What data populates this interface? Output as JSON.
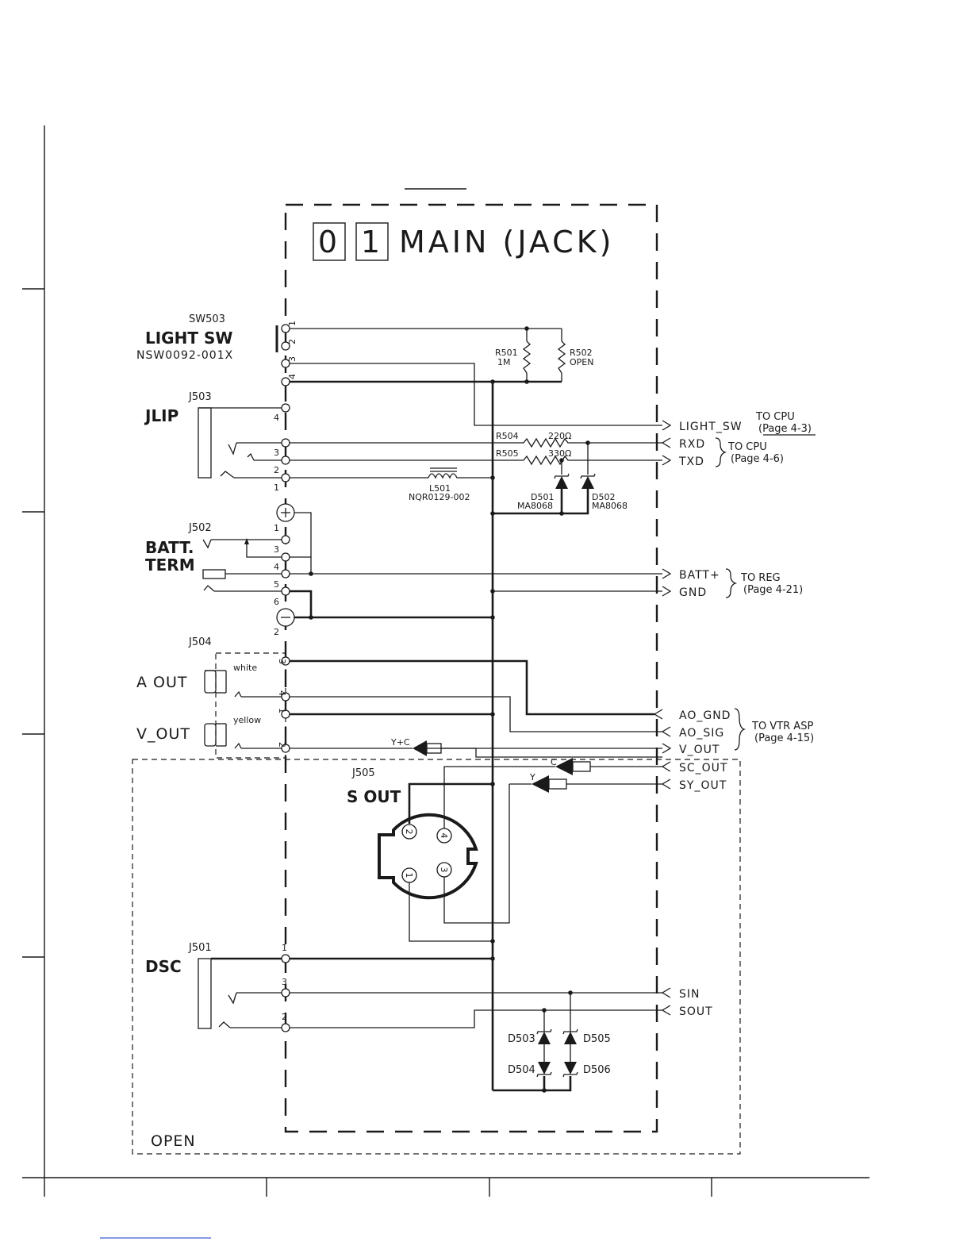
{
  "block": {
    "digit_a": "0",
    "digit_b": "1",
    "title": "MAIN (JACK)"
  },
  "sw503": {
    "ref": "SW503",
    "name": "LIGHT SW",
    "part": "NSW0092-001X",
    "pins": [
      "1",
      "2",
      "3",
      "4"
    ]
  },
  "r501": {
    "ref": "R501",
    "value": "1M"
  },
  "r502": {
    "ref": "R502",
    "value": "OPEN"
  },
  "j503": {
    "ref": "J503",
    "name": "JLIP",
    "pins": [
      "4",
      "3",
      "2",
      "1"
    ]
  },
  "r504": {
    "ref": "R504",
    "value": "220Ω"
  },
  "r505": {
    "ref": "R505",
    "value": "330Ω"
  },
  "l501": {
    "ref": "L501",
    "part": "NQR0129-002"
  },
  "d501": {
    "ref": "D501",
    "part": "MA8068"
  },
  "d502": {
    "ref": "D502",
    "part": "MA8068"
  },
  "j502": {
    "ref": "J502",
    "name_line1": "BATT.",
    "name_line2": "TERM",
    "pins": [
      "1",
      "3",
      "4",
      "5",
      "6",
      "2"
    ]
  },
  "j504": {
    "ref": "J504",
    "a_out": "A  OUT",
    "v_out": "V_OUT",
    "white": "white",
    "yellow": "yellow",
    "pins": [
      "3",
      "4",
      "1",
      "2"
    ]
  },
  "j505": {
    "ref": "J505",
    "name": "S OUT",
    "pins": [
      "2",
      "4",
      "1",
      "3"
    ],
    "c_label": "C",
    "y_label": "Y",
    "yc_label": "Y+C"
  },
  "j501": {
    "ref": "J501",
    "name": "DSC",
    "pins": [
      "1",
      "3",
      "2"
    ]
  },
  "diodes_dsc": {
    "d503": "D503",
    "d504": "D504",
    "d505": "D505",
    "d506": "D506"
  },
  "signals": {
    "light_sw": "LIGHT_SW",
    "rxd": "RXD",
    "txd": "TXD",
    "batt": "BATT+",
    "gnd": "GND",
    "ao_gnd": "AO_GND",
    "ao_sig": "AO_SIG",
    "v_out": "V_OUT",
    "sc_out": "SC_OUT",
    "sy_out": "SY_OUT",
    "sin": "SIN",
    "sout": "SOUT"
  },
  "destinations": {
    "cpu_a": {
      "to": "TO  CPU",
      "page": "(Page 4-3)"
    },
    "cpu_b": {
      "to": "TO  CPU",
      "page": "(Page 4-6)"
    },
    "reg": {
      "to": "TO  REG",
      "page": "(Page 4-21)"
    },
    "vtr": {
      "to": "TO  VTR  ASP",
      "page": "(Page 4-15)"
    }
  },
  "open_label": "OPEN"
}
